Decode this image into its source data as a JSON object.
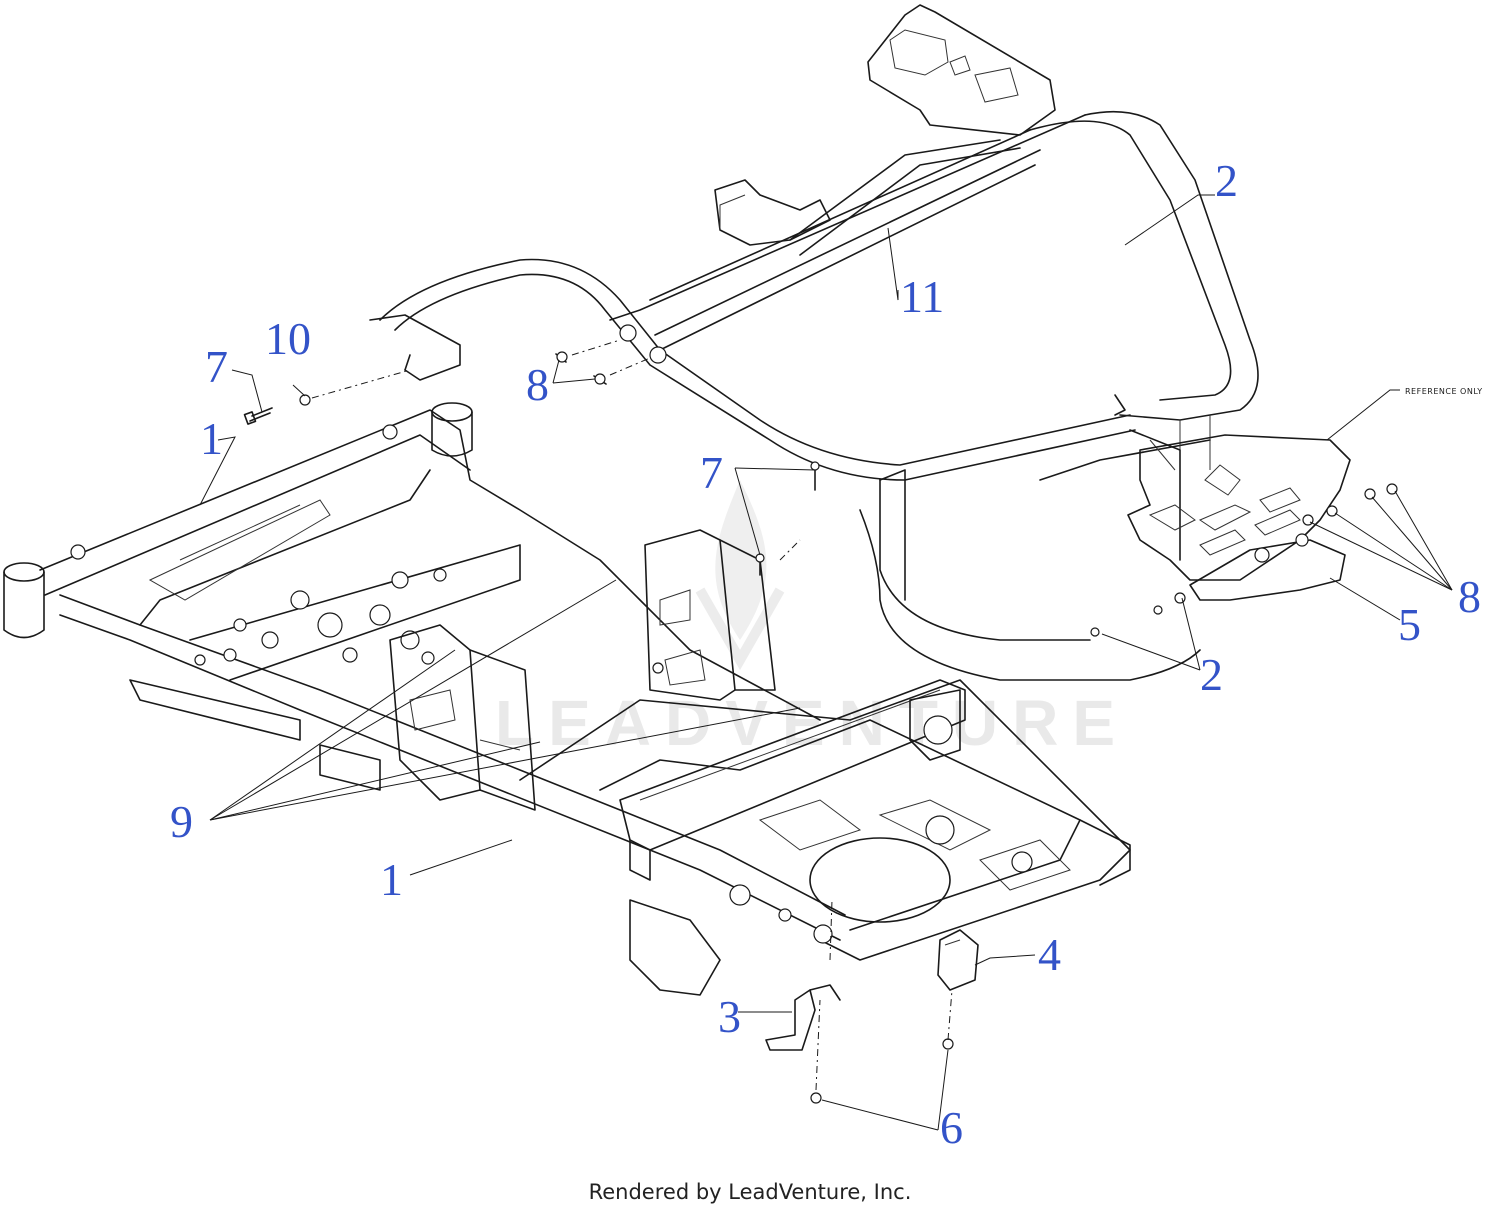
{
  "callouts": [
    {
      "label": "1"
    },
    {
      "label": "1"
    },
    {
      "label": "2"
    },
    {
      "label": "2"
    },
    {
      "label": "3"
    },
    {
      "label": "4"
    },
    {
      "label": "5"
    },
    {
      "label": "6"
    },
    {
      "label": "7"
    },
    {
      "label": "7"
    },
    {
      "label": "8"
    },
    {
      "label": "8"
    },
    {
      "label": "9"
    },
    {
      "label": "10"
    },
    {
      "label": "11"
    }
  ],
  "reference_note": "REFERENCE ONLY",
  "watermark": "LEADVENTURE",
  "footer": "Rendered by LeadVenture, Inc."
}
